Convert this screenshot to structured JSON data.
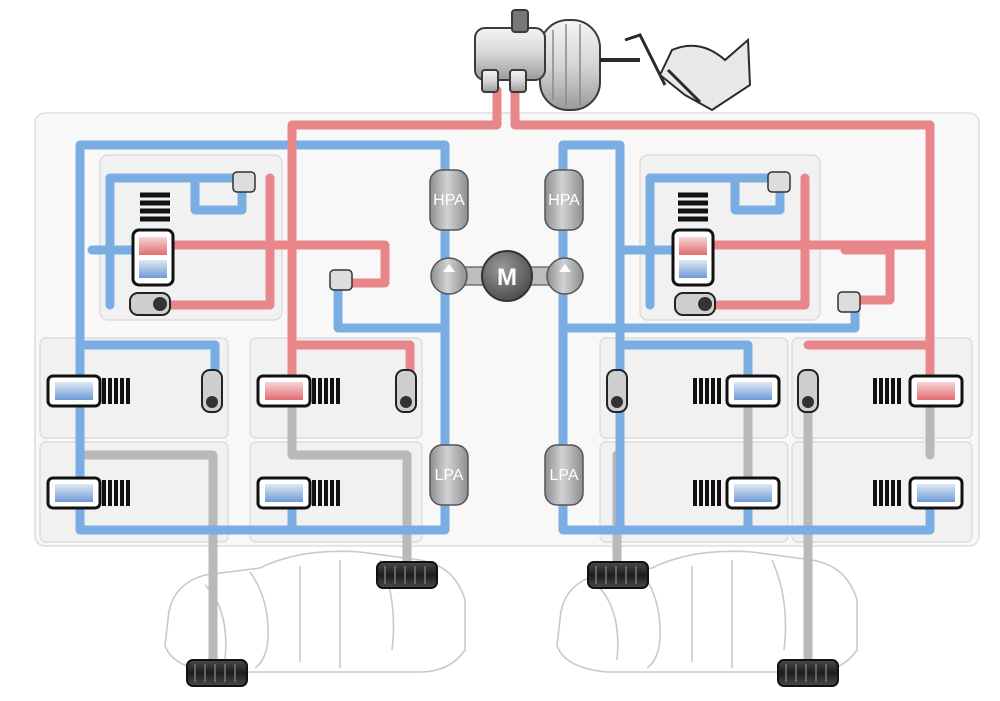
{
  "labels": {
    "hpa_left": "HPA",
    "hpa_right": "HPA",
    "lpa_left": "LPA",
    "lpa_right": "LPA",
    "motor": "M"
  },
  "colors": {
    "primary_circuit": "#e8868a",
    "secondary_circuit": "#7aaee3",
    "return_line": "#b9b9bb",
    "panel_fill": "#f3f3f3",
    "panel_stroke": "#dcdcdc",
    "valve_frame": "#1a1a1a",
    "accumulator": "#a9a9ab",
    "tire": "#2b2b2b"
  },
  "icons": [
    "master-cylinder-icon",
    "brake-booster-icon",
    "foot-pedal-icon",
    "motor-icon",
    "pump-icon",
    "accumulator-icon",
    "solenoid-valve-icon",
    "check-valve-icon",
    "car-outline-icon",
    "tire-icon"
  ]
}
